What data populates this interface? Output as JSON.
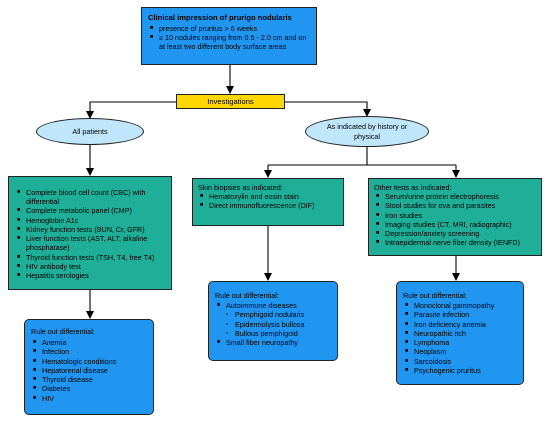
{
  "top": {
    "title": "Clinical impression of prurigo nodularis",
    "items": [
      "presence of pruritus > 6 weeks",
      "≥ 10 nodules ranging from 0.5 - 2.0 cm and on at least two different body surface areas"
    ]
  },
  "investigations": {
    "label": "Investigations"
  },
  "all_patients": {
    "label": "All patients"
  },
  "history": {
    "label": "As indicated by history or physical"
  },
  "labs": {
    "items": [
      "Complete blood cell count (CBC) with differential",
      "Complete metabolic panel (CMP)",
      "Hemoglobin A1c",
      "Kidney function tests (BUN, Cr, GFR)",
      "Liver function tests (AST, ALT, alkaline phosphatase)",
      "Thyroid function tests (TSH, T4, free T4)",
      "HIV antibody test",
      "Hepatitis serologies"
    ]
  },
  "ddx_all": {
    "title": "Rule out differential:",
    "items": [
      "Anemia",
      "Infection",
      "Hematologic conditions",
      "Hepatorenal disease",
      "Thyroid disease",
      "Diabetes",
      "HIV"
    ]
  },
  "biopsy": {
    "title": "Skin biopsies as indicated:",
    "items": [
      "Hematoxylin and eosin stain",
      "Direct immunofluorescence (DIF)"
    ]
  },
  "ddx_biopsy": {
    "title": "Rule out differential:",
    "autoimmune": "Autoimmune diseases",
    "sub_items": [
      "Pemphigoid nodularis",
      "Epidermolysis bullosa",
      "Bullous pemphigoid"
    ],
    "small_fiber": "Small fiber neuropathy"
  },
  "other_tests": {
    "title": "Other tests as indicated:",
    "items": [
      "Serum/urine protein electrophoresis",
      "Stool studies for ova and parasites",
      "Iron studies",
      "Imaging studies (CT, MRI, radiographic)",
      "Depression/anxiety screening",
      "Intraepidermal nerve fiber density (IENFD)"
    ]
  },
  "ddx_other": {
    "title": "Rule out differential:",
    "items": [
      "Monoclonal gammopathy",
      "Parasite infection",
      "Iron deficiency anemia",
      "Neuropathic itch",
      "Lymphoma",
      "Neoplasm",
      "Sarcoidosis",
      "Psychogenic pruritus"
    ]
  },
  "colors": {
    "blue_box": "#2196f0",
    "teal_box": "#1fae98",
    "yellow_box": "#ffd700",
    "ellipse": "#bfe6fb"
  }
}
